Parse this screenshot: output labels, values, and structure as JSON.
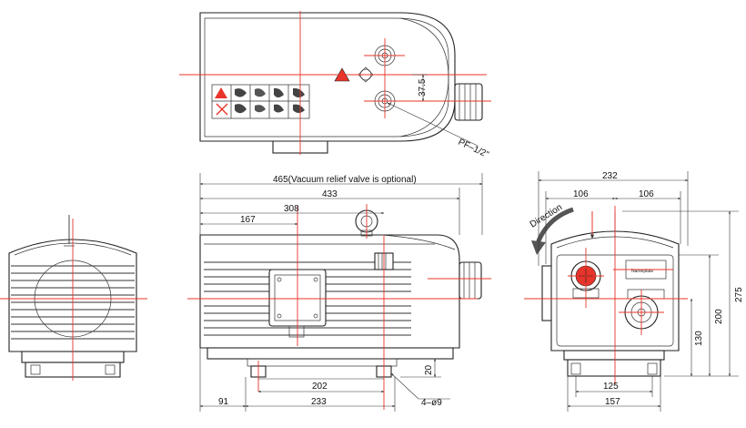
{
  "labels": {
    "overall_optional": "465(Vacuum relief valve is optional)",
    "length_433": "433",
    "length_308": "308",
    "length_167": "167",
    "length_202": "202",
    "length_91": "91",
    "length_233": "233",
    "holes": "4–ø9",
    "height_20": "20",
    "offset_37_5": "37.5",
    "port": "PF–1/2\"",
    "width_232": "232",
    "width_106_left": "106",
    "width_106_right": "106",
    "width_125": "125",
    "width_157": "157",
    "height_275": "275",
    "height_200": "200",
    "height_130": "130",
    "direction": "Direction",
    "nameplate": "Nameplate"
  },
  "colors": {
    "centerline": "#e8342a",
    "outline": "#222222",
    "warning_icon": "#e8342a"
  },
  "icons": [
    "warning-triangle-icon",
    "rotation-arrow-icon"
  ]
}
